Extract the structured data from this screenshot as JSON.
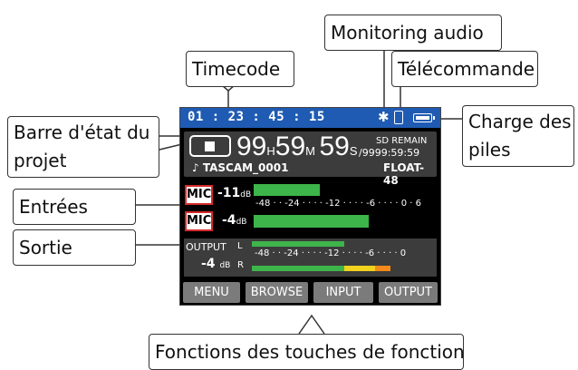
{
  "callouts": {
    "timecode": "Timecode",
    "monitoring": "Monitoring audio",
    "remote": "Télécommande",
    "project_l1": "Barre d'état du",
    "project_l2": "projet",
    "battery_l1": "Charge des",
    "battery_l2": "piles",
    "inputs": "Entrées",
    "output": "Sortie",
    "fkeys": "Fonctions des touches de fonction"
  },
  "statusbar": {
    "timecode": "01 : 23 : 45 : 15",
    "bluetooth_icon": "bluetooth-icon",
    "remote_icon": "remote-icon",
    "battery_icon": "battery-icon"
  },
  "project": {
    "h": "99",
    "h_unit": "H",
    "m": "59",
    "m_unit": "M",
    "s": "59",
    "s_unit": "S",
    "sd_label": "SD REMAIN",
    "sd_value": "/9999:59:59",
    "file": "♪ TASCAM_0001",
    "format": "FLOAT-48"
  },
  "inputs": [
    {
      "label": "MIC",
      "level": "-11",
      "unit": "dB",
      "meter": 0.37
    },
    {
      "label": "MIC",
      "level": "-4",
      "unit": "dB",
      "meter": 0.65
    }
  ],
  "input_scale": "-48 · · -24 · · · · -12 · · · · -6 · · · · 0 · 6",
  "output": {
    "label": "OUTPUT",
    "level": "-4",
    "unit": "dB",
    "l": "L",
    "r": "R",
    "scale": "-48 · · -24 · · · · -12 · · · · -6 · · · · 0",
    "meter_l": 0.6,
    "meter_r": 0.9
  },
  "fkeys": [
    "MENU",
    "BROWSE",
    "INPUT",
    "OUTPUT"
  ],
  "colors": {
    "status_blue": "#1f5bb3",
    "meter_green": "#3db54a",
    "meter_yellow": "#f2d21c",
    "meter_orange": "#f28a1c",
    "mic_border": "#d42a2a"
  }
}
